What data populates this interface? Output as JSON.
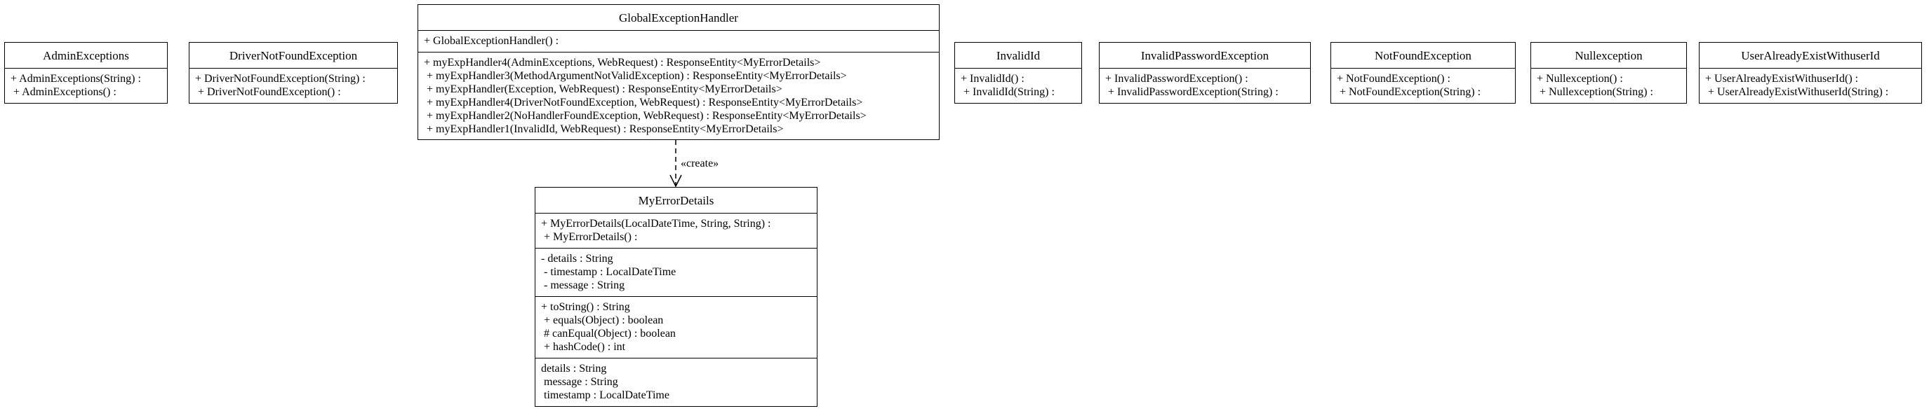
{
  "classes": [
    {
      "id": "AdminExceptions",
      "name": "AdminExceptions",
      "sections": [
        [
          "+ AdminExceptions(String) :",
          " + AdminExceptions() :"
        ]
      ]
    },
    {
      "id": "DriverNotFoundException",
      "name": "DriverNotFoundException",
      "sections": [
        [
          "+ DriverNotFoundException(String) :",
          " + DriverNotFoundException() :"
        ]
      ]
    },
    {
      "id": "GlobalExceptionHandler",
      "name": "GlobalExceptionHandler",
      "sections": [
        [
          "+ GlobalExceptionHandler() :"
        ],
        [
          "+ myExpHandler4(AdminExceptions, WebRequest) : ResponseEntity<MyErrorDetails>",
          " + myExpHandler3(MethodArgumentNotValidException) : ResponseEntity<MyErrorDetails>",
          " + myExpHandler(Exception, WebRequest) : ResponseEntity<MyErrorDetails>",
          " + myExpHandler4(DriverNotFoundException, WebRequest) : ResponseEntity<MyErrorDetails>",
          " + myExpHandler2(NoHandlerFoundException, WebRequest) : ResponseEntity<MyErrorDetails>",
          " + myExpHandler1(InvalidId, WebRequest) : ResponseEntity<MyErrorDetails>"
        ]
      ]
    },
    {
      "id": "InvalidId",
      "name": "InvalidId",
      "sections": [
        [
          "+ InvalidId() :",
          " + InvalidId(String) :"
        ]
      ]
    },
    {
      "id": "InvalidPasswordException",
      "name": "InvalidPasswordException",
      "sections": [
        [
          "+ InvalidPasswordException() :",
          " + InvalidPasswordException(String) :"
        ]
      ]
    },
    {
      "id": "NotFoundException",
      "name": "NotFoundException",
      "sections": [
        [
          "+ NotFoundException() :",
          " + NotFoundException(String) :"
        ]
      ]
    },
    {
      "id": "Nullexception",
      "name": "Nullexception",
      "sections": [
        [
          "+ Nullexception() :",
          " + Nullexception(String) :"
        ]
      ]
    },
    {
      "id": "UserAlreadyExistWithuserId",
      "name": "UserAlreadyExistWithuserId",
      "sections": [
        [
          "+ UserAlreadyExistWithuserId() :",
          " + UserAlreadyExistWithuserId(String) :"
        ]
      ]
    },
    {
      "id": "MyErrorDetails",
      "name": "MyErrorDetails",
      "sections": [
        [
          "+ MyErrorDetails(LocalDateTime, String, String) :",
          " + MyErrorDetails() :"
        ],
        [
          "- details : String",
          " - timestamp : LocalDateTime",
          " - message : String"
        ],
        [
          "+ toString() : String",
          " + equals(Object) : boolean",
          " # canEqual(Object) : boolean",
          " + hashCode() : int"
        ],
        [
          "details : String",
          " message : String",
          " timestamp : LocalDateTime"
        ]
      ]
    }
  ],
  "relations": [
    {
      "from": "GlobalExceptionHandler",
      "to": "MyErrorDetails",
      "kind": "dependency",
      "label": "«create»"
    }
  ]
}
